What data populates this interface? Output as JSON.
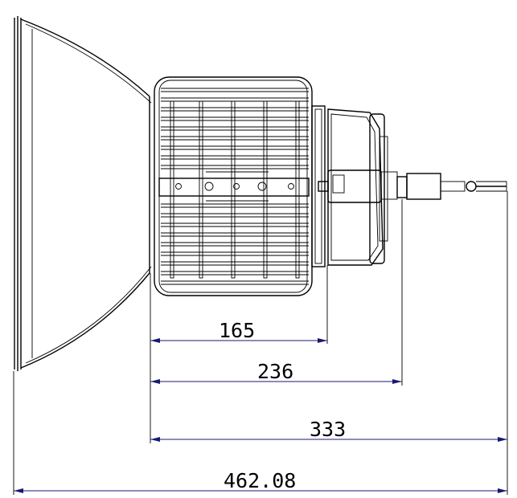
{
  "drawing": {
    "dimensions": [
      {
        "id": "dim-165",
        "label": "165"
      },
      {
        "id": "dim-236",
        "label": "236"
      },
      {
        "id": "dim-333",
        "label": "333"
      },
      {
        "id": "dim-462",
        "label": "462.08"
      }
    ]
  }
}
